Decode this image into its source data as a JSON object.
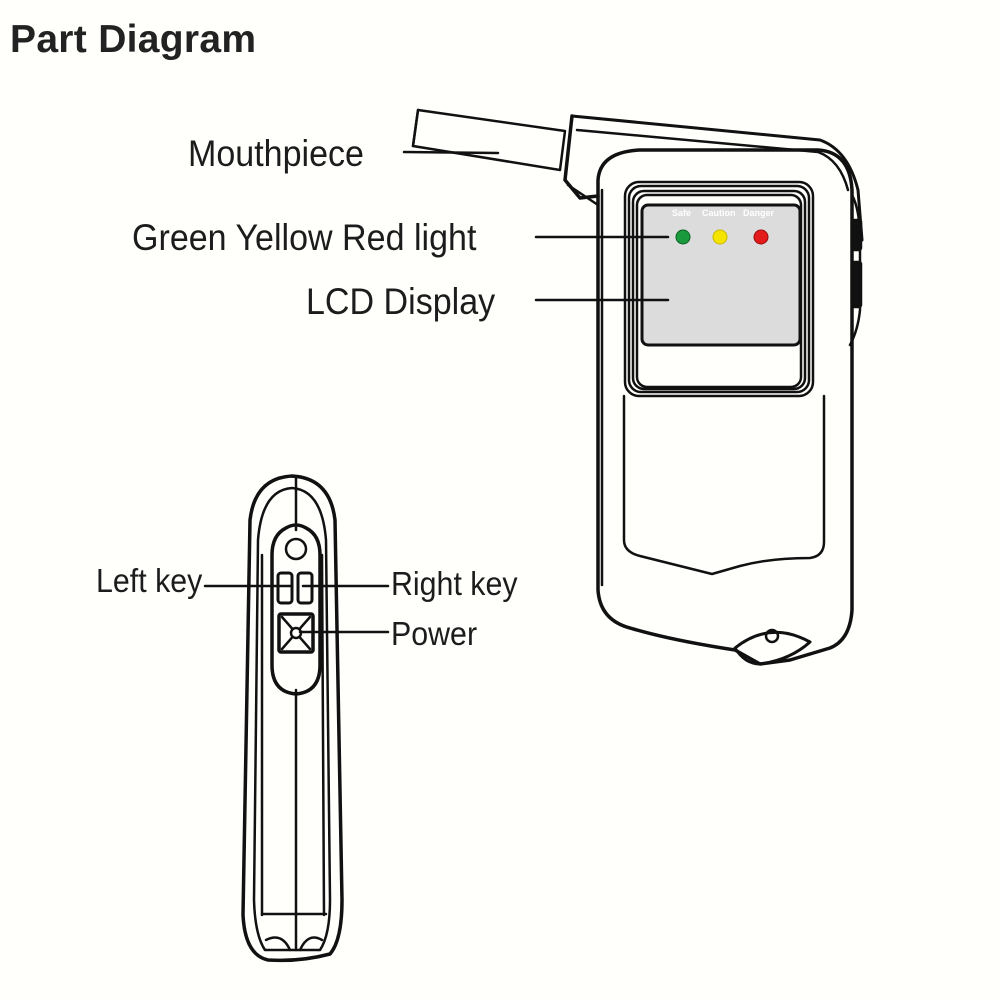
{
  "title": "Part Diagram",
  "front_view": {
    "labels": {
      "mouthpiece": "Mouthpiece",
      "lights": "Green Yellow Red light",
      "lcd": "LCD Display"
    },
    "led_captions": [
      "Safe",
      "Caution",
      "Danger"
    ],
    "led_colors": {
      "green": "#1a9a3c",
      "yellow": "#f5e400",
      "red": "#e31b1b"
    },
    "lcd_color": "#dcdcdc"
  },
  "side_view": {
    "labels": {
      "left_key": "Left key",
      "right_key": "Right key",
      "power": "Power"
    }
  }
}
